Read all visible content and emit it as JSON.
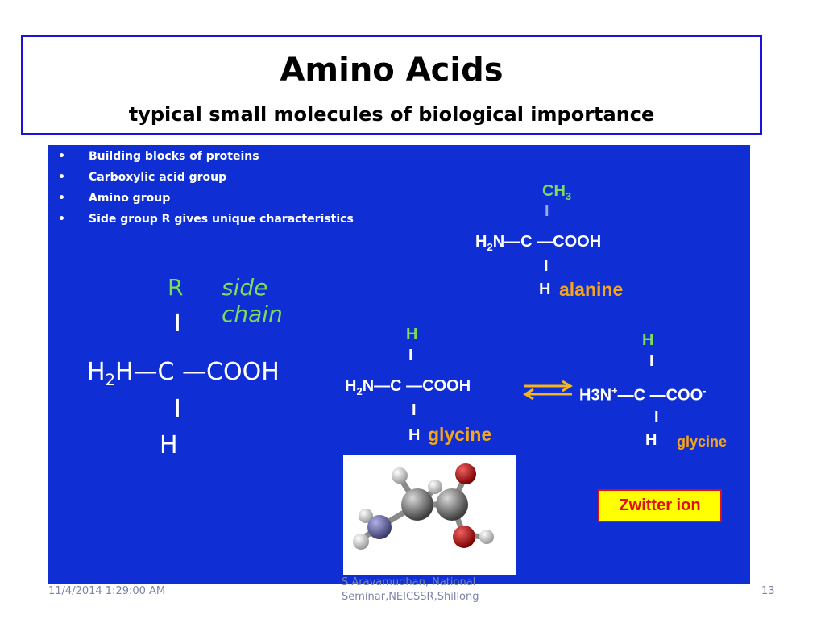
{
  "slide": {
    "title": "Amino Acids",
    "subtitle": "typical small molecules of biological importance",
    "bullets": [
      "Building blocks of proteins",
      "Carboxylic acid group",
      "Amino group",
      "Side group R gives unique characteristics"
    ],
    "general": {
      "r": "R",
      "side_chain": "side chain",
      "bond": "I",
      "h2": "H",
      "sub2": "2",
      "main": "H—C —COOH",
      "bottom_h": "H"
    },
    "alanine": {
      "ch": "CH",
      "sub3": "3",
      "bond": "I",
      "h": "H",
      "sub2": "2",
      "chain": "N—C —COOH",
      "bottom_h": "H",
      "name": "alanine"
    },
    "glycine": {
      "top_h": "H",
      "bond": "I",
      "h": "H",
      "sub2": "2",
      "chain": "N—C —COOH",
      "bottom_h": "H",
      "name": "glycine"
    },
    "zwitterion": {
      "top_h": "H",
      "bond": "I",
      "h3n": "H3N",
      "plus": "+",
      "chain": "—C —COO",
      "minus": "-",
      "bottom_h": "H",
      "name": "glycine",
      "label": "Zwitter ion"
    },
    "footer": {
      "date": "11/4/2014 1:29:00 AM",
      "author_line1": "S.Aravamudhan, National",
      "author_line2": "Seminar,NEICSSR,Shillong",
      "page": "13"
    },
    "colors": {
      "panel": "#0f2fd4",
      "title_border": "#1a12d9",
      "green": "#7ddc5a",
      "orange": "#f5a51c",
      "zwitter_bg": "#ffff00",
      "zwitter_border": "#e01010"
    }
  }
}
